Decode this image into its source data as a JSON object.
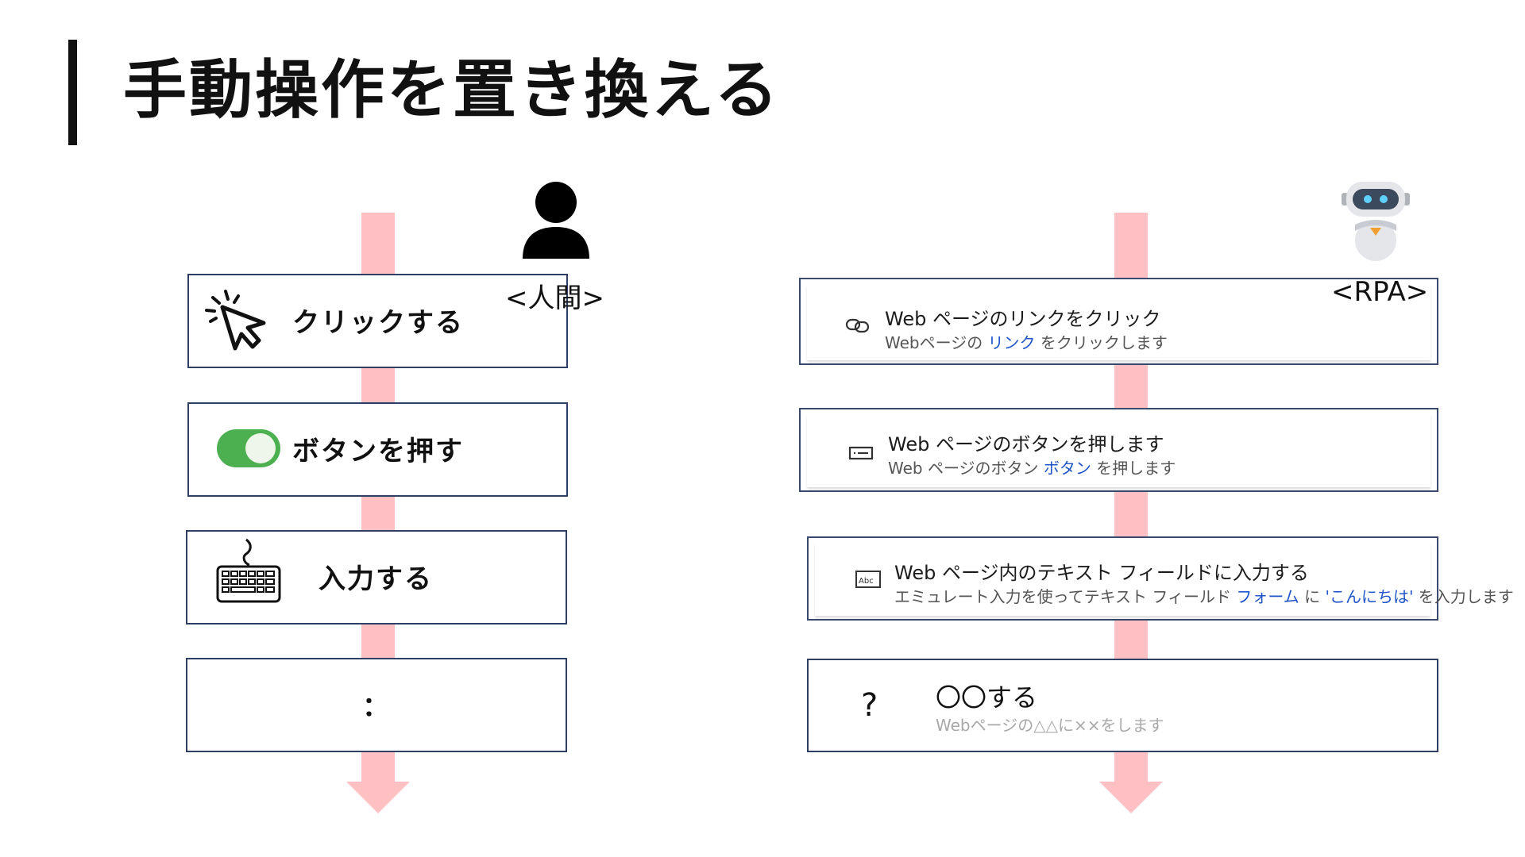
{
  "slide": {
    "title": "手動操作を置き換える"
  },
  "human": {
    "tag": "<人間>",
    "steps": [
      {
        "label": "クリックする",
        "icon": "cursor-click-icon"
      },
      {
        "label": "ボタンを押す",
        "icon": "toggle-switch-icon"
      },
      {
        "label": "入力する",
        "icon": "keyboard-icon"
      },
      {
        "label": "："
      }
    ]
  },
  "rpa": {
    "tag": "<RPA>",
    "actions": [
      {
        "icon": "link-icon",
        "title": "Web ページのリンクをクリック",
        "desc_before": "Webページの ",
        "desc_highlight": "リンク",
        "desc_after": " をクリックします"
      },
      {
        "icon": "button-icon",
        "title": "Web ページのボタンを押します",
        "desc_before": "Web ページのボタン ",
        "desc_highlight": "ボタン",
        "desc_after": " を押します"
      },
      {
        "icon": "textfield-icon",
        "title": "Web ページ内のテキスト フィールドに入力する",
        "desc_before": "エミュレート入力を使ってテキスト フィールド ",
        "desc_highlight": "フォーム",
        "desc_mid": " に ",
        "desc_highlight2": "'こんにちは'",
        "desc_after": " を入力します"
      },
      {
        "icon": "question-icon",
        "icon_text": "?",
        "title": "〇〇する",
        "desc": "Webページの△△に××をします"
      }
    ]
  },
  "colors": {
    "flow_arrow": "#ffc0c3",
    "box_border": "#2e3f63",
    "link_blue": "#1f55c8",
    "toggle_green": "#4caf50"
  }
}
